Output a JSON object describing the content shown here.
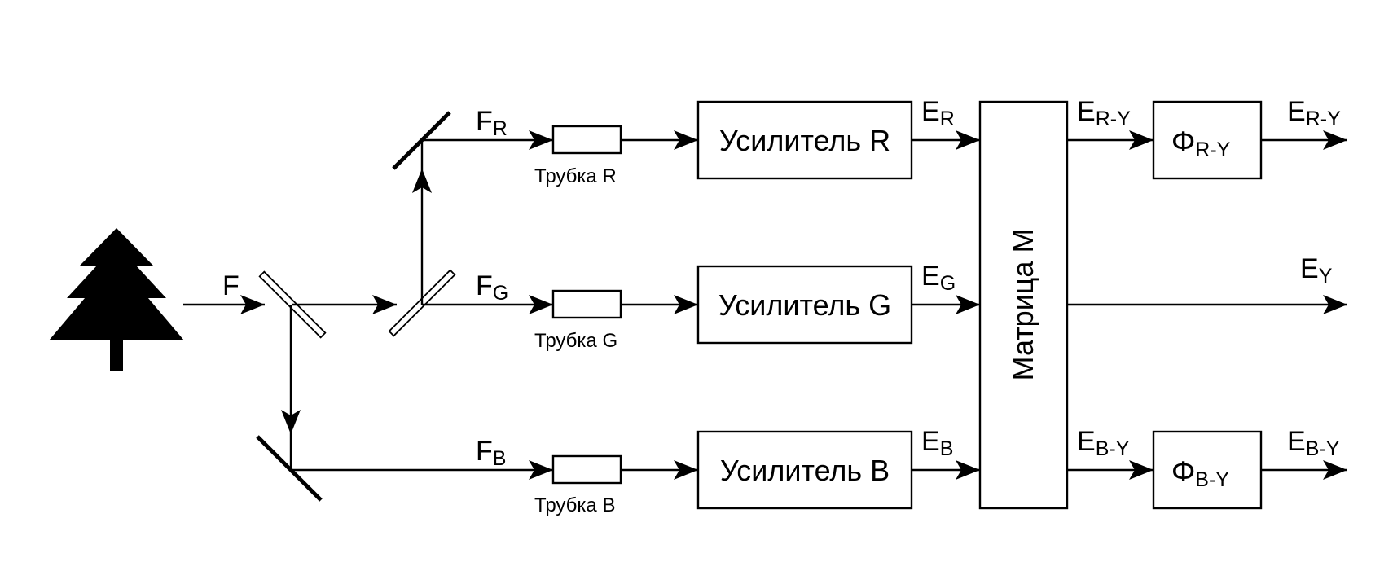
{
  "labels": {
    "f": "F",
    "fr": {
      "main": "F",
      "sub": "R"
    },
    "fg": {
      "main": "F",
      "sub": "G"
    },
    "fb": {
      "main": "F",
      "sub": "B"
    },
    "tube_r": "Трубка R",
    "tube_g": "Трубка G",
    "tube_b": "Трубка B",
    "amp_r": "Усилитель R",
    "amp_g": "Усилитель G",
    "amp_b": "Усилитель B",
    "er": {
      "main": "E",
      "sub": "R"
    },
    "eg": {
      "main": "E",
      "sub": "G"
    },
    "eb": {
      "main": "E",
      "sub": "B"
    },
    "matrix": "Матрица M",
    "ery_in": {
      "main": "E",
      "sub": "R-Y"
    },
    "eby_in": {
      "main": "E",
      "sub": "B-Y"
    },
    "phi_ry": {
      "main": "Ф",
      "sub": "R-Y"
    },
    "phi_by": {
      "main": "Ф",
      "sub": "B-Y"
    },
    "ery_out": {
      "main": "E",
      "sub": "R-Y"
    },
    "eby_out": {
      "main": "E",
      "sub": "B-Y"
    },
    "ey": {
      "main": "E",
      "sub": "Y"
    }
  }
}
